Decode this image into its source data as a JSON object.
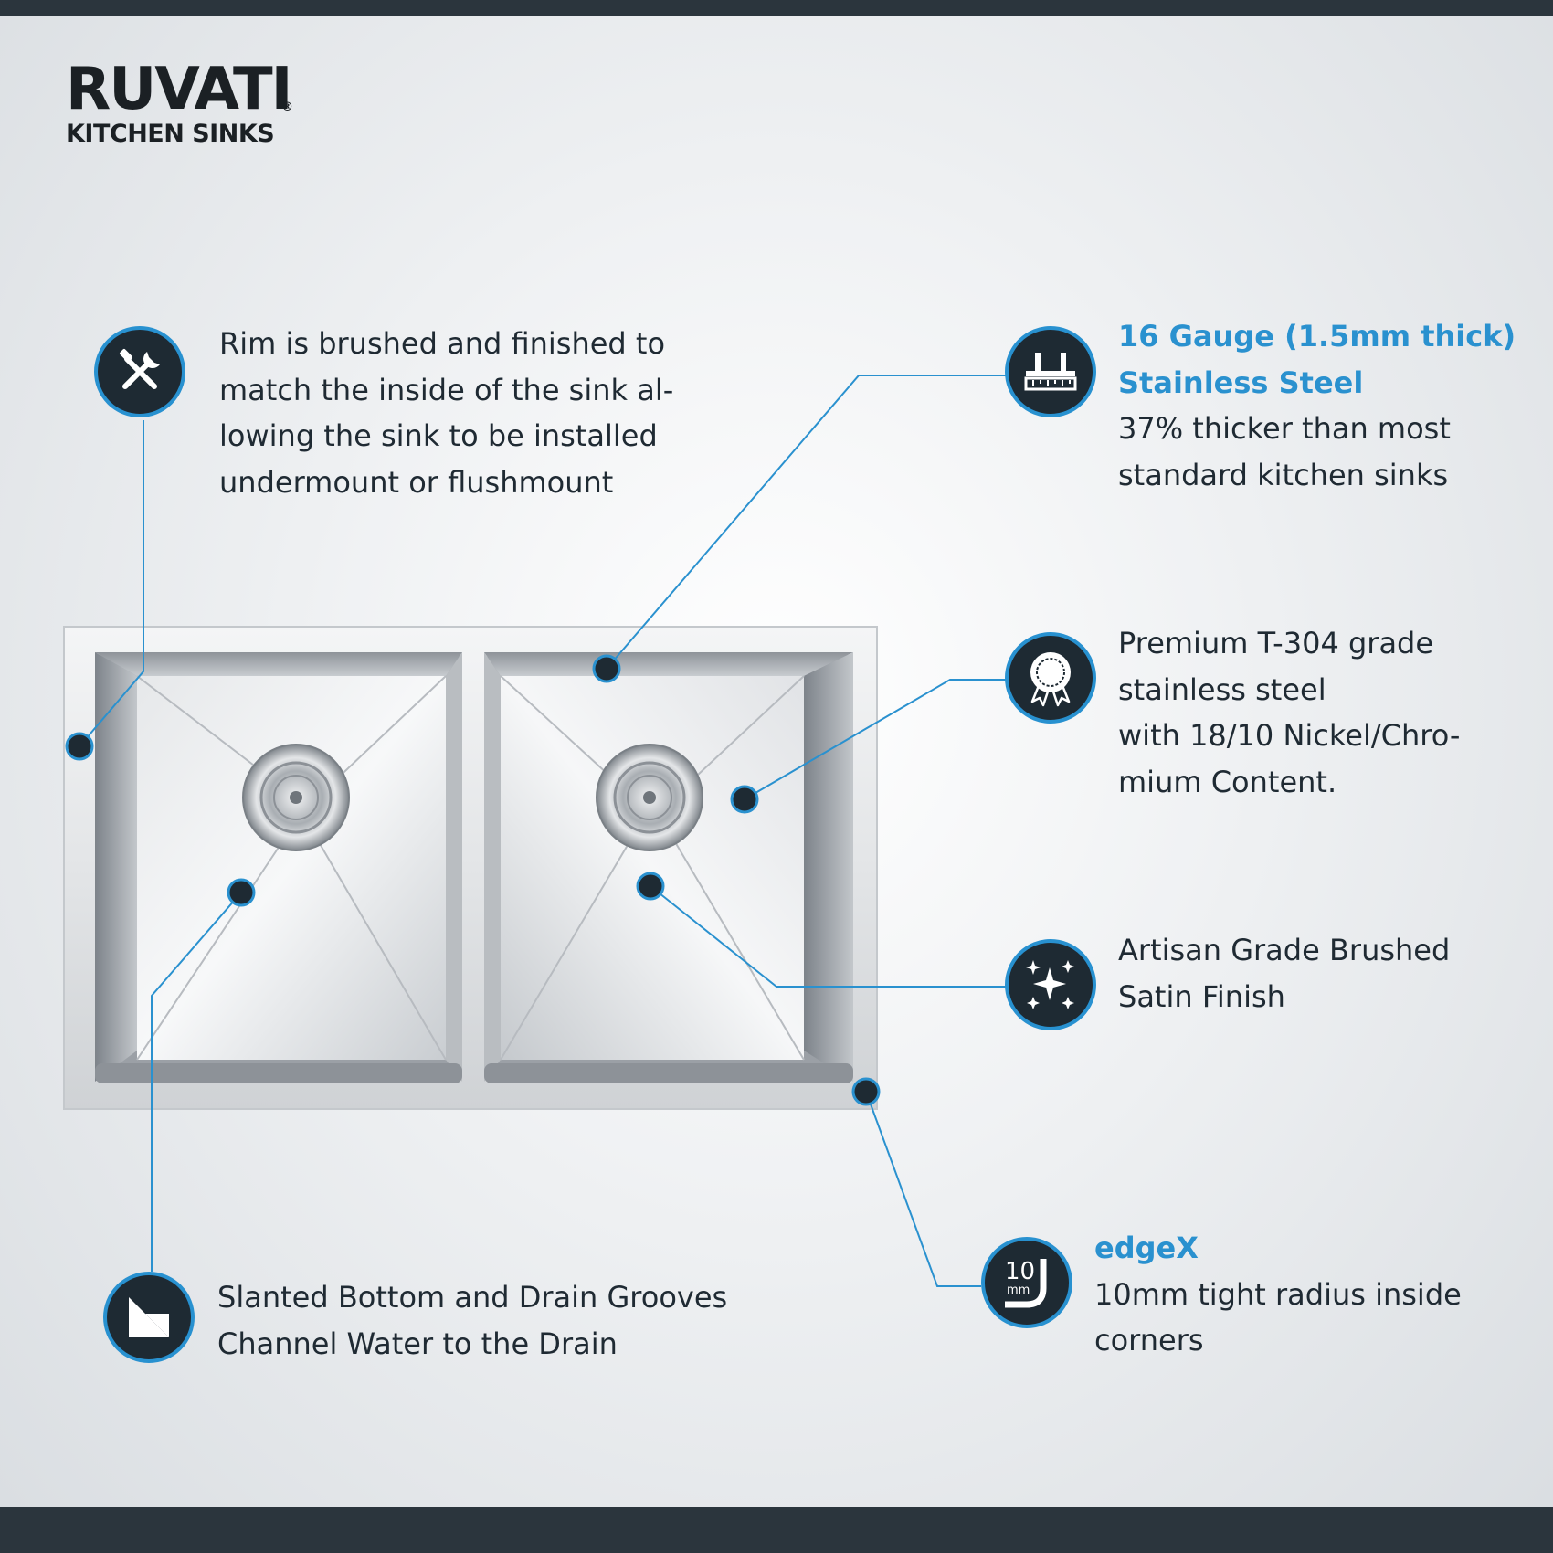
{
  "brand": {
    "name": "RUVATI",
    "subtitle": "KITCHEN SINKS",
    "registered": "®"
  },
  "features": {
    "rim": {
      "icon": "tools-icon",
      "lines": [
        "Rim is brushed and finished to",
        "match the inside of the sink al-",
        "lowing the sink to be installed",
        "undermount or flushmount"
      ]
    },
    "gauge": {
      "icon": "ruler-gauge-icon",
      "heading": [
        "16 Gauge (1.5mm thick)",
        "Stainless Steel"
      ],
      "lines": [
        "37% thicker than most",
        "standard kitchen sinks"
      ]
    },
    "grade": {
      "icon": "award-ribbon-icon",
      "lines": [
        "Premium T-304 grade",
        "stainless steel",
        "with 18/10 Nickel/Chro-",
        "mium Content."
      ]
    },
    "finish": {
      "icon": "sparkles-icon",
      "lines": [
        "Artisan Grade Brushed",
        "Satin Finish"
      ]
    },
    "slant": {
      "icon": "slanted-bottom-icon",
      "lines": [
        "Slanted Bottom and Drain Grooves",
        "Channel Water to the Drain"
      ]
    },
    "edge": {
      "icon": "radius-corner-icon",
      "icon_text": "10",
      "icon_unit": "mm",
      "heading": [
        "edgeX"
      ],
      "lines": [
        "10mm tight radius inside",
        "corners"
      ]
    }
  },
  "colors": {
    "accent": "#2a91cf",
    "badge": "#1e2a33",
    "bars": "#2b353d"
  }
}
